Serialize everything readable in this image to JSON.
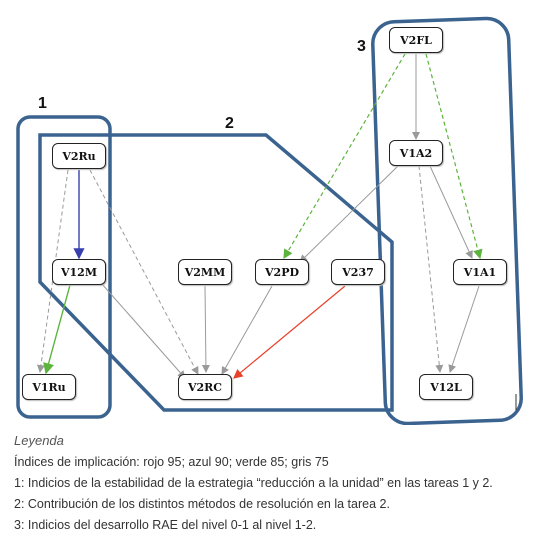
{
  "diagram": {
    "groups": [
      {
        "number": "1"
      },
      {
        "number": "2"
      },
      {
        "number": "3"
      }
    ],
    "nodes": {
      "v2ru": "V2Ru",
      "v12m": "V12M",
      "v1ru": "V1Ru",
      "v2mm": "V2MM",
      "v2pd": "V2PD",
      "v237": "V237",
      "v2rc": "V2RC",
      "v2fl": "V2FL",
      "v1a2": "V1A2",
      "v1a1": "V1A1",
      "v12l": "V12L"
    },
    "edges": [
      {
        "from": "V2Ru",
        "to": "V12M",
        "color": "blue",
        "style": "solid"
      },
      {
        "from": "V2Ru",
        "to": "V1Ru",
        "color": "gray",
        "style": "dashed"
      },
      {
        "from": "V2Ru",
        "to": "V2RC",
        "color": "gray",
        "style": "dashed"
      },
      {
        "from": "V12M",
        "to": "V1Ru",
        "color": "green",
        "style": "solid"
      },
      {
        "from": "V12M",
        "to": "V2RC",
        "color": "gray",
        "style": "solid"
      },
      {
        "from": "V2MM",
        "to": "V2RC",
        "color": "gray",
        "style": "solid"
      },
      {
        "from": "V2PD",
        "to": "V2RC",
        "color": "gray",
        "style": "solid"
      },
      {
        "from": "V237",
        "to": "V2RC",
        "color": "red",
        "style": "solid"
      },
      {
        "from": "V2FL",
        "to": "V1A2",
        "color": "gray",
        "style": "solid"
      },
      {
        "from": "V2FL",
        "to": "V2PD",
        "color": "green",
        "style": "dashed"
      },
      {
        "from": "V2FL",
        "to": "V1A1",
        "color": "green",
        "style": "dashed"
      },
      {
        "from": "V1A2",
        "to": "V2PD",
        "color": "gray",
        "style": "solid"
      },
      {
        "from": "V1A2",
        "to": "V1A1",
        "color": "gray",
        "style": "solid"
      },
      {
        "from": "V1A2",
        "to": "V12L",
        "color": "gray",
        "style": "dashed"
      },
      {
        "from": "V1A1",
        "to": "V12L",
        "color": "gray",
        "style": "solid"
      }
    ],
    "colors": {
      "group_border": "#3b6390",
      "red": "#e8412c",
      "blue": "#3a3fb0",
      "green": "#5cb43c",
      "gray": "#9a9a9a"
    }
  },
  "legend": {
    "title": "Leyenda",
    "lines": [
      "Índices de implicación: rojo 95; azul 90; verde 85; gris 75",
      "1: Indicios de la estabilidad de la estrategia “reducción a la unidad” en las tareas 1 y 2.",
      "2: Contribución de los distintos métodos de resolución en la tarea 2.",
      "3: Indicios del desarrollo RAE del nivel 0-1 al nivel 1-2."
    ]
  }
}
